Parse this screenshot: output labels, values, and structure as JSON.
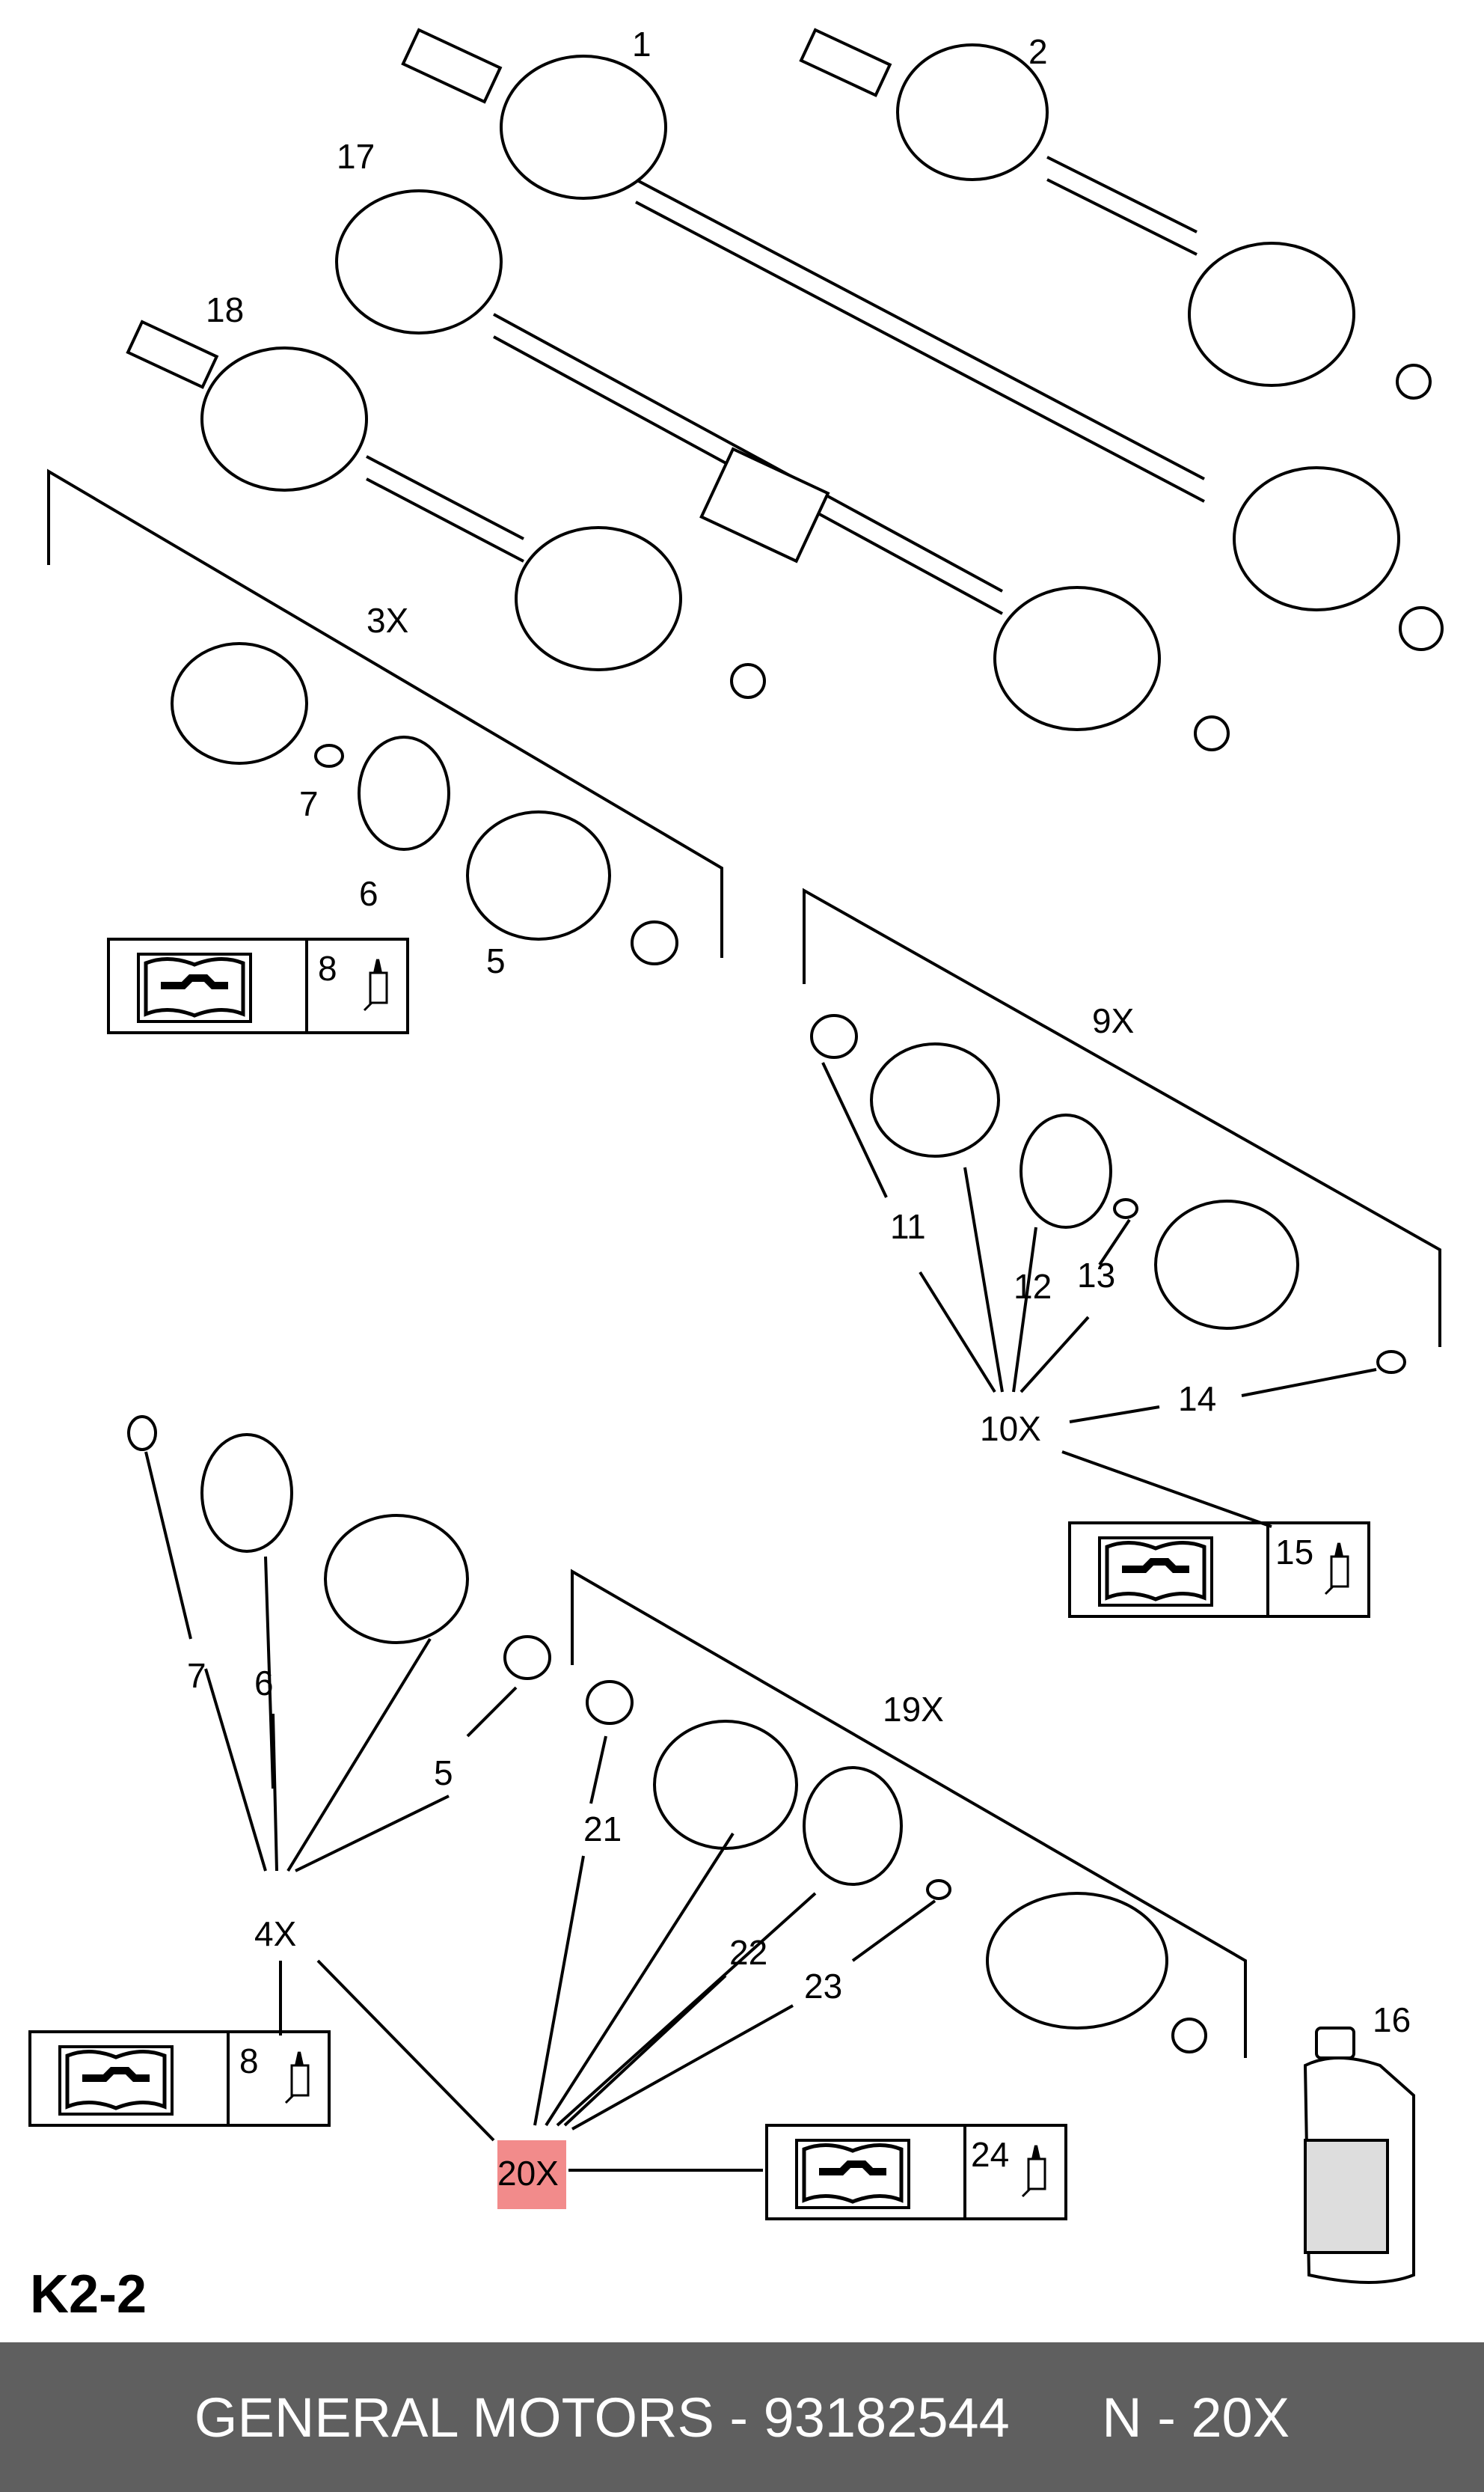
{
  "figure_id": "K2-2",
  "highlight_color": "#f28b8b",
  "callouts": [
    "1",
    "2",
    "17",
    "18",
    "3X",
    "7",
    "6",
    "5",
    "8",
    "9X",
    "11",
    "12",
    "13",
    "10X",
    "14",
    "15",
    "7",
    "6",
    "5",
    "4X",
    "8",
    "19X",
    "21",
    "22",
    "23",
    "20X",
    "24",
    "16"
  ],
  "kit_icons": [
    "repair-manual-icon",
    "grease-tube-icon"
  ],
  "footer": {
    "brand": "GENERAL MOTORS",
    "separator": " - ",
    "part_number": "93182544",
    "position_label": "N - 20X"
  }
}
